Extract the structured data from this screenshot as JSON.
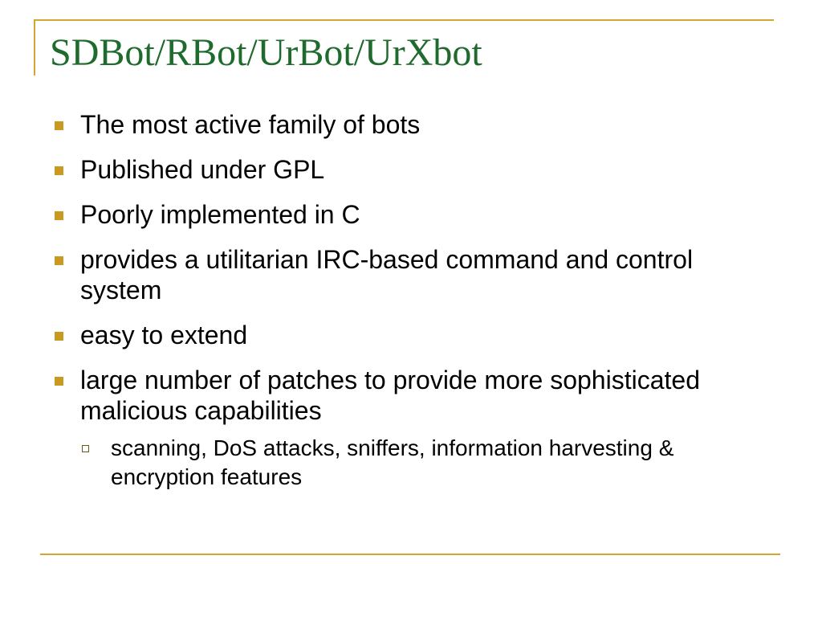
{
  "slide": {
    "title": "SDBot/RBot/UrBot/UrXbot",
    "bullets": [
      {
        "text": "The most active family of bots"
      },
      {
        "text": "Published under GPL"
      },
      {
        "text": "Poorly implemented in C"
      },
      {
        "text": "provides a utilitarian IRC-based command and control system"
      },
      {
        "text": "easy to extend"
      },
      {
        "text": "large number of patches to provide more sophisticated malicious capabilities"
      }
    ],
    "sub_bullets": [
      {
        "text": "scanning, DoS attacks, sniffers, information harvesting & encryption features"
      }
    ]
  },
  "colors": {
    "title": "#1f6b2d",
    "accent_line": "#d4a531",
    "bullet_marker": "#c99a22",
    "body_text": "#000000"
  }
}
